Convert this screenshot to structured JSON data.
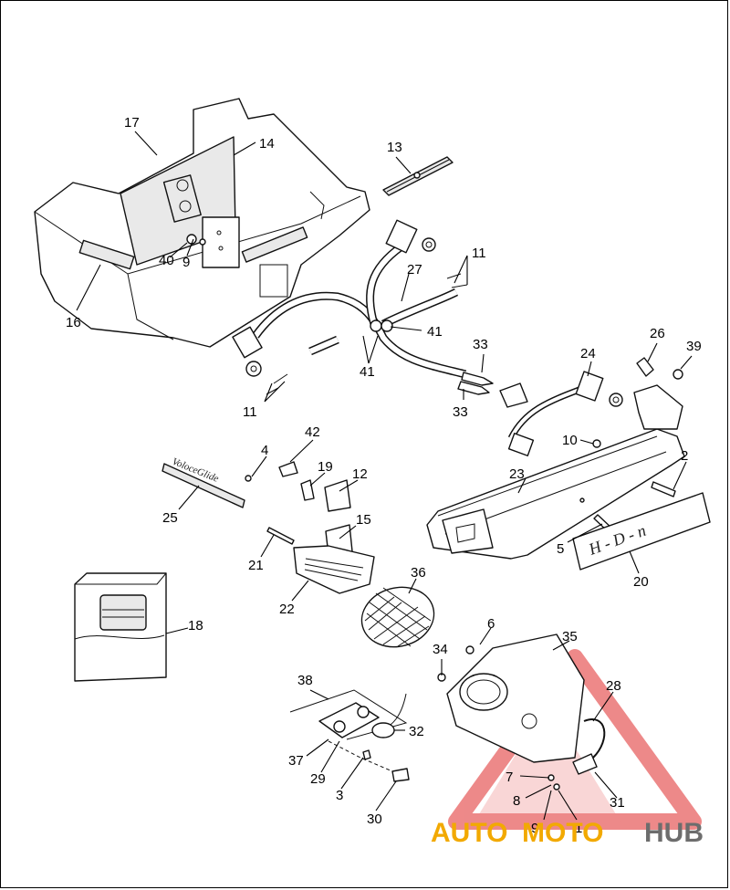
{
  "diagram": {
    "callouts": [
      "17",
      "14",
      "13",
      "11",
      "27",
      "40",
      "9",
      "16",
      "41",
      "41",
      "26",
      "24",
      "39",
      "33",
      "11",
      "33",
      "10",
      "42",
      "4",
      "2",
      "19",
      "12",
      "23",
      "25",
      "15",
      "5",
      "21",
      "20",
      "22",
      "36",
      "18",
      "6",
      "34",
      "35",
      "38",
      "28",
      "32",
      "37",
      "29",
      "7",
      "8",
      "31",
      "3",
      "9",
      "1",
      "30"
    ]
  },
  "watermark": {
    "left": "AUTO",
    "middle": "MOTO",
    "right": "HUB",
    "color_orange": "#f2a900",
    "color_grey": "#6d6d6d",
    "color_red": "#e23b3b"
  },
  "embossed": {
    "tour_pak_badge": "VoloceGlide",
    "plate_script": "H - D - n"
  }
}
